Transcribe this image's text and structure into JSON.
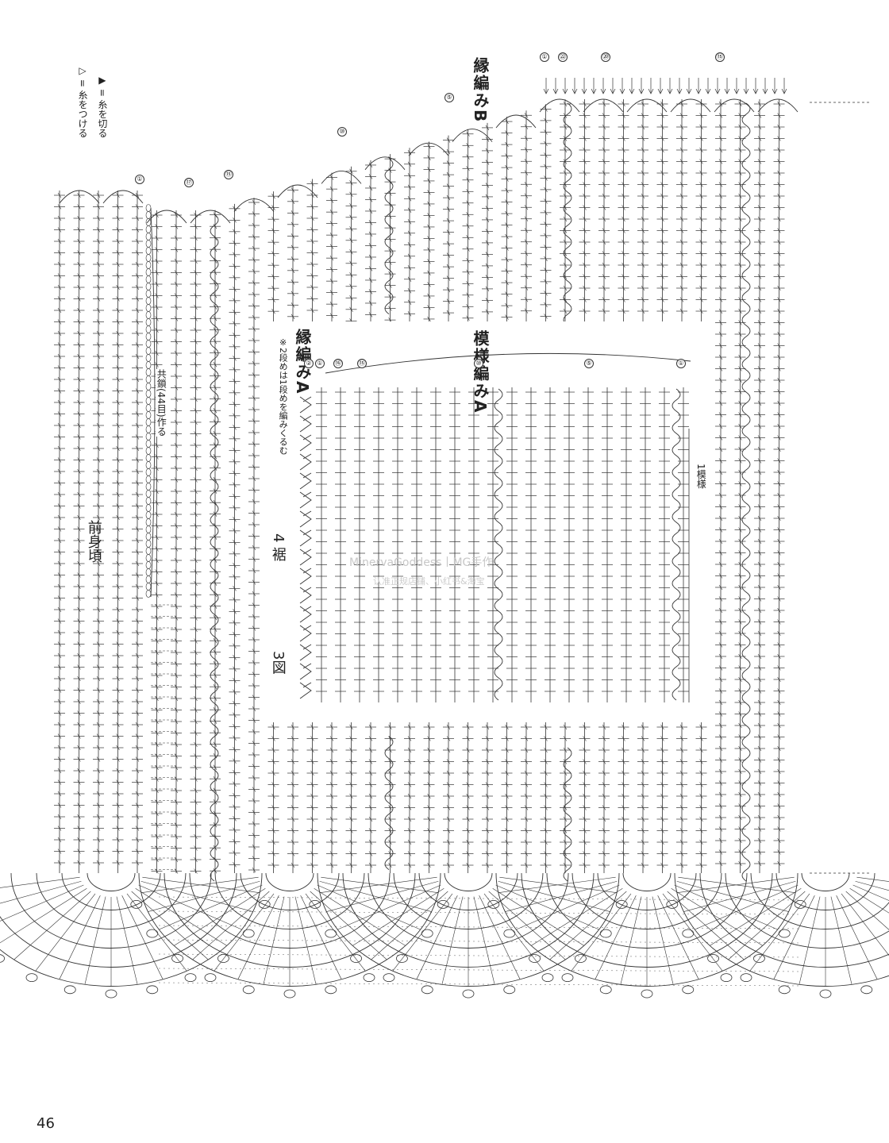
{
  "legend": {
    "attach": "▷ = 糸をつける",
    "cut": "▶ = 糸を切る"
  },
  "titles": {
    "edging_b": "縁編みB",
    "edging_a": "縁編みA",
    "pattern_a": "模様編みA",
    "front_bodice": "前身頃",
    "chain": "共鎖(44目)作る",
    "note": "※2段めは1段めを編みくるむ",
    "hem": "4 裾",
    "figure": "3図",
    "repeat": "1模様"
  },
  "row_numbers": {
    "top_b": [
      "⑮",
      "⑳",
      "㉒",
      "①"
    ],
    "edge_b": [
      "①",
      "⑤",
      "⑩",
      "⑮",
      "⑰",
      "①"
    ],
    "pattern_a": [
      "①",
      "⑤",
      "⑩",
      "⑮",
      "⑯",
      "①",
      "②"
    ]
  },
  "page_number": "46",
  "watermark": {
    "line1": "MinervaGoddess丨MG手作",
    "line2": "认准正规店铺、小红书&淘宝"
  }
}
